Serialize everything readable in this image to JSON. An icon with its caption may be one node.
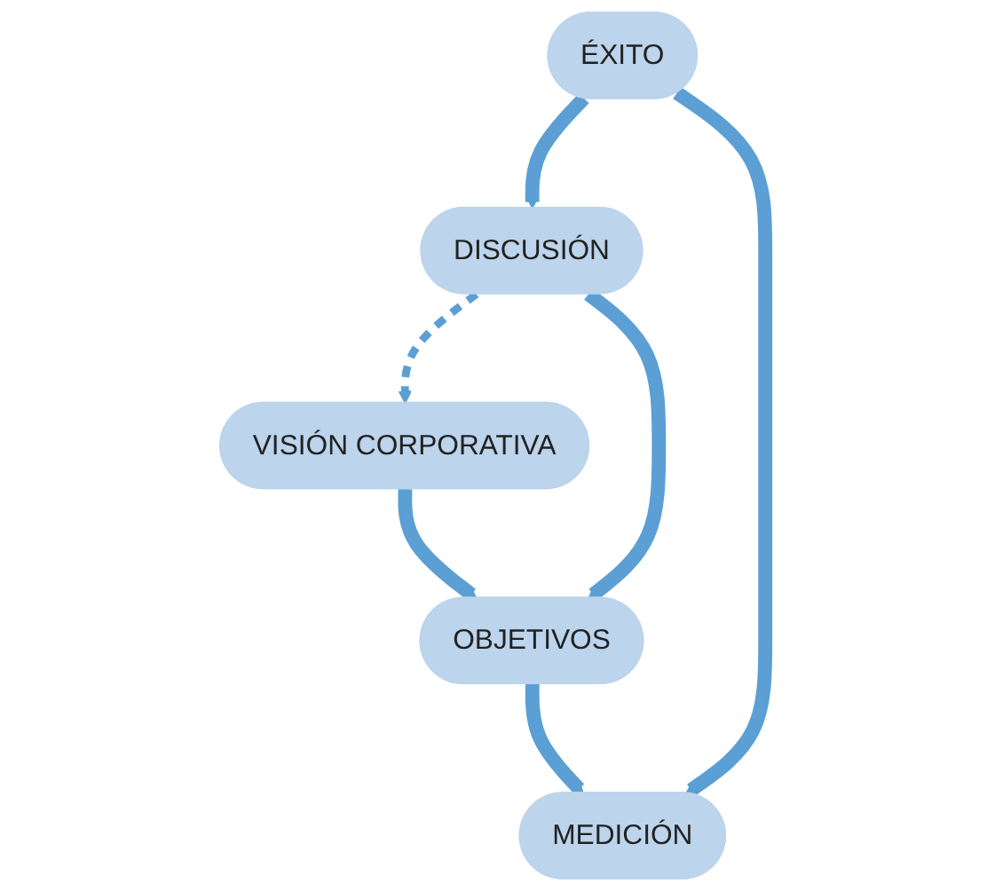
{
  "diagram": {
    "nodes": [
      {
        "text": [
          "VISIÓN CORPORATIVA"
        ]
      },
      {
        "text": [
          "OBJETIVOS"
        ]
      },
      {
        "text": [
          "DISCUSIÓN"
        ]
      },
      {
        "text": [
          "MEDICIÓN"
        ]
      },
      {
        "text": [
          "ÉXITO"
        ]
      }
    ],
    "edges": [
      {
        "from": 0,
        "to": 1,
        "arrow": "to"
      },
      {
        "from": 2,
        "to": 1,
        "arrow": "to"
      },
      {
        "from": 1,
        "to": 3,
        "arrow": "to"
      },
      {
        "from": 4,
        "to": 2,
        "arrow": "to"
      },
      {
        "from": 4,
        "to": 3,
        "arrow": "to"
      },
      {
        "from": 2,
        "to": 0,
        "arrow": "to",
        "style": "dashed"
      }
    ]
  }
}
